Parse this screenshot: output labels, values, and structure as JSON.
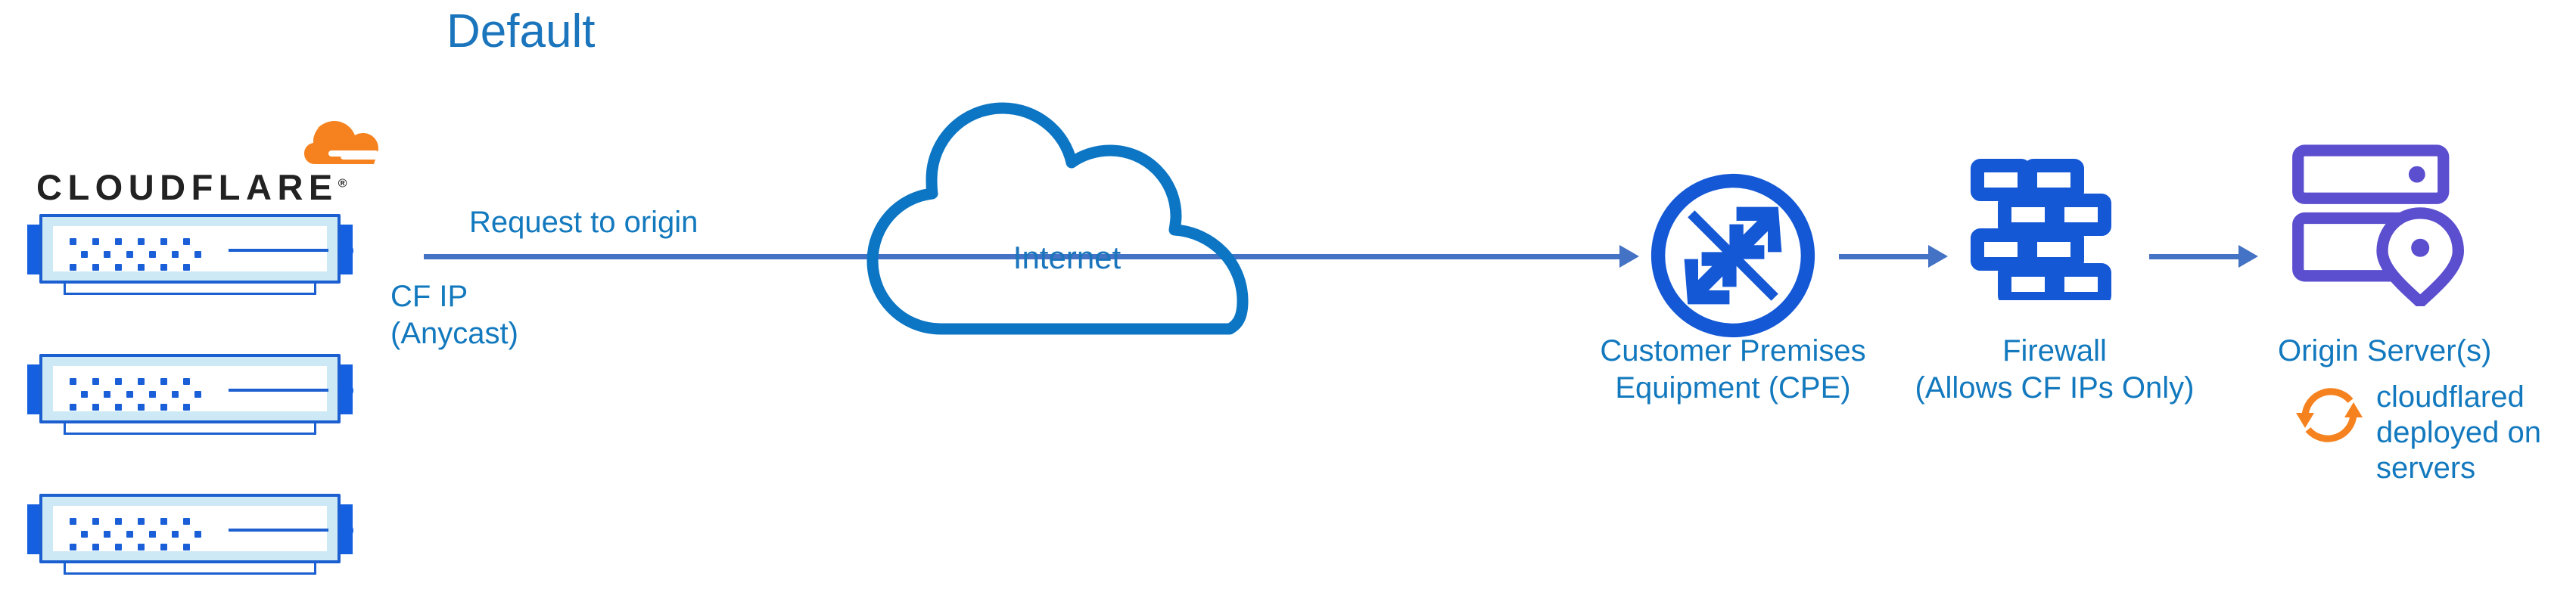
{
  "diagram": {
    "title": "Default",
    "type": "network-architecture-flow"
  },
  "colors": {
    "title_blue": "#1B75BC",
    "label_blue": "#1379BE",
    "arrow_blue": "#4472C4",
    "icon_blue": "#1558D6",
    "cloud_stroke": "#0C76C4",
    "server_purple": "#5B4FCF",
    "cloudflare_orange": "#F6821F",
    "cloudflare_orange_light": "#FBAD41",
    "appliance_blue": "#1B5FD0",
    "appliance_panel": "#CDE9F5"
  },
  "brand": {
    "name": "CLOUDFLARE",
    "registered_mark": "®",
    "icon": "cloudflare-cloud-logo"
  },
  "edge_nodes": {
    "icon": "server-appliance-icon",
    "count": 3,
    "ip_label_line1": "CF IP",
    "ip_label_line2": "(Anycast)"
  },
  "flow": {
    "request_label": "Request to origin",
    "arrows": [
      {
        "name": "edge-to-internet-to-cpe",
        "icon": "arrow-right-icon"
      },
      {
        "name": "cpe-to-firewall",
        "icon": "arrow-right-icon"
      },
      {
        "name": "firewall-to-origin",
        "icon": "arrow-right-icon"
      }
    ]
  },
  "nodes": [
    {
      "id": "internet",
      "label": "Internet",
      "icon": "cloud-icon"
    },
    {
      "id": "cpe",
      "label_line1": "Customer Premises",
      "label_line2": "Equipment (CPE)",
      "icon": "router-pinwheel-icon"
    },
    {
      "id": "firewall",
      "label_line1": "Firewall",
      "label_line2": "(Allows CF IPs Only)",
      "icon": "brick-wall-icon"
    },
    {
      "id": "origin",
      "label": "Origin Server(s)",
      "icon": "server-rack-location-pin-icon"
    }
  ],
  "annotation": {
    "icon": "sync-arrows-icon",
    "line1": "cloudflared",
    "line2": "deployed on",
    "line3": "servers"
  }
}
